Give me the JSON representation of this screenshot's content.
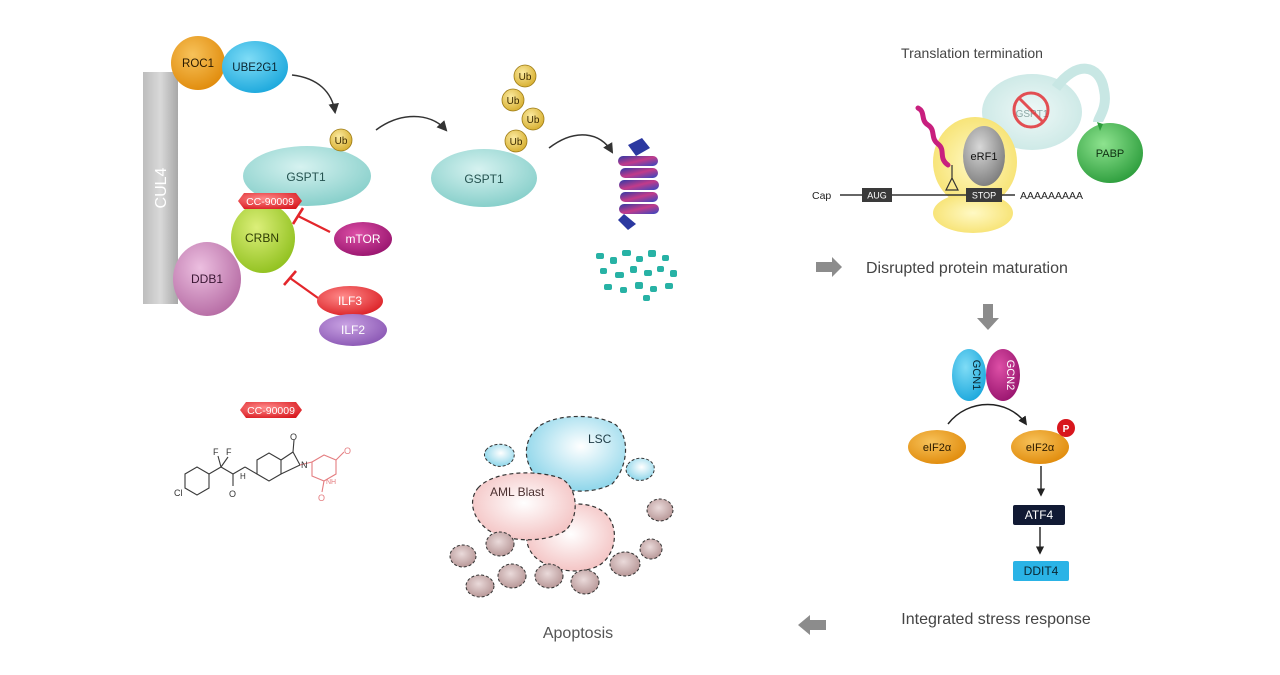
{
  "complex": {
    "cul4": "CUL4",
    "roc1": "ROC1",
    "ube2g1": "UBE2G1",
    "ub": "Ub",
    "gspt1_bound": "GSPT1",
    "drug_tag": "CC-90009",
    "crbn": "CRBN",
    "ddb1": "DDB1",
    "mtor": "mTOR",
    "ilf3": "ILF3",
    "ilf2": "ILF2"
  },
  "ubiquitination": {
    "gspt1": "GSPT1",
    "ub_labels": [
      "Ub",
      "Ub",
      "Ub",
      "Ub"
    ]
  },
  "compound": {
    "name": "CC-90009",
    "atoms": {
      "cl": "Cl",
      "f1": "F",
      "f2": "F",
      "o1": "O",
      "o2": "O",
      "o3": "O",
      "o4": "O",
      "nh": "H",
      "n": "N",
      "nh2": "NH"
    }
  },
  "translation": {
    "title": "Translation termination",
    "cap": "Cap",
    "aug": "AUG",
    "stop": "STOP",
    "polya": "AAAAAAAAA",
    "erf1": "eRF1",
    "gspt1": "GSPT1",
    "pabp": "PABP"
  },
  "flow": {
    "disrupted": "Disrupted protein maturation",
    "gcn1": "GCN1",
    "gcn2": "GCN2",
    "eif2a": "eIF2α",
    "eif2a_p": "eIF2α",
    "p": "P",
    "atf4": "ATF4",
    "ddit4": "DDIT4",
    "isr": "Integrated stress response",
    "apoptosis": "Apoptosis"
  },
  "cells": {
    "lsc": "LSC",
    "aml_blast": "AML Blast"
  },
  "colors": {
    "orange": "#e8900e",
    "cyan": "#1fb3e6",
    "teal": "#8fd6d2",
    "lime": "#a9d12a",
    "pink": "#c67bb4",
    "magenta": "#b0157a",
    "red": "#e3262b",
    "purple": "#8d58b6",
    "gold": "#e4c245",
    "navy": "#101935",
    "sky": "#2db5e8",
    "green": "#3bb24a",
    "arrow_gray": "#8c8c8c"
  }
}
